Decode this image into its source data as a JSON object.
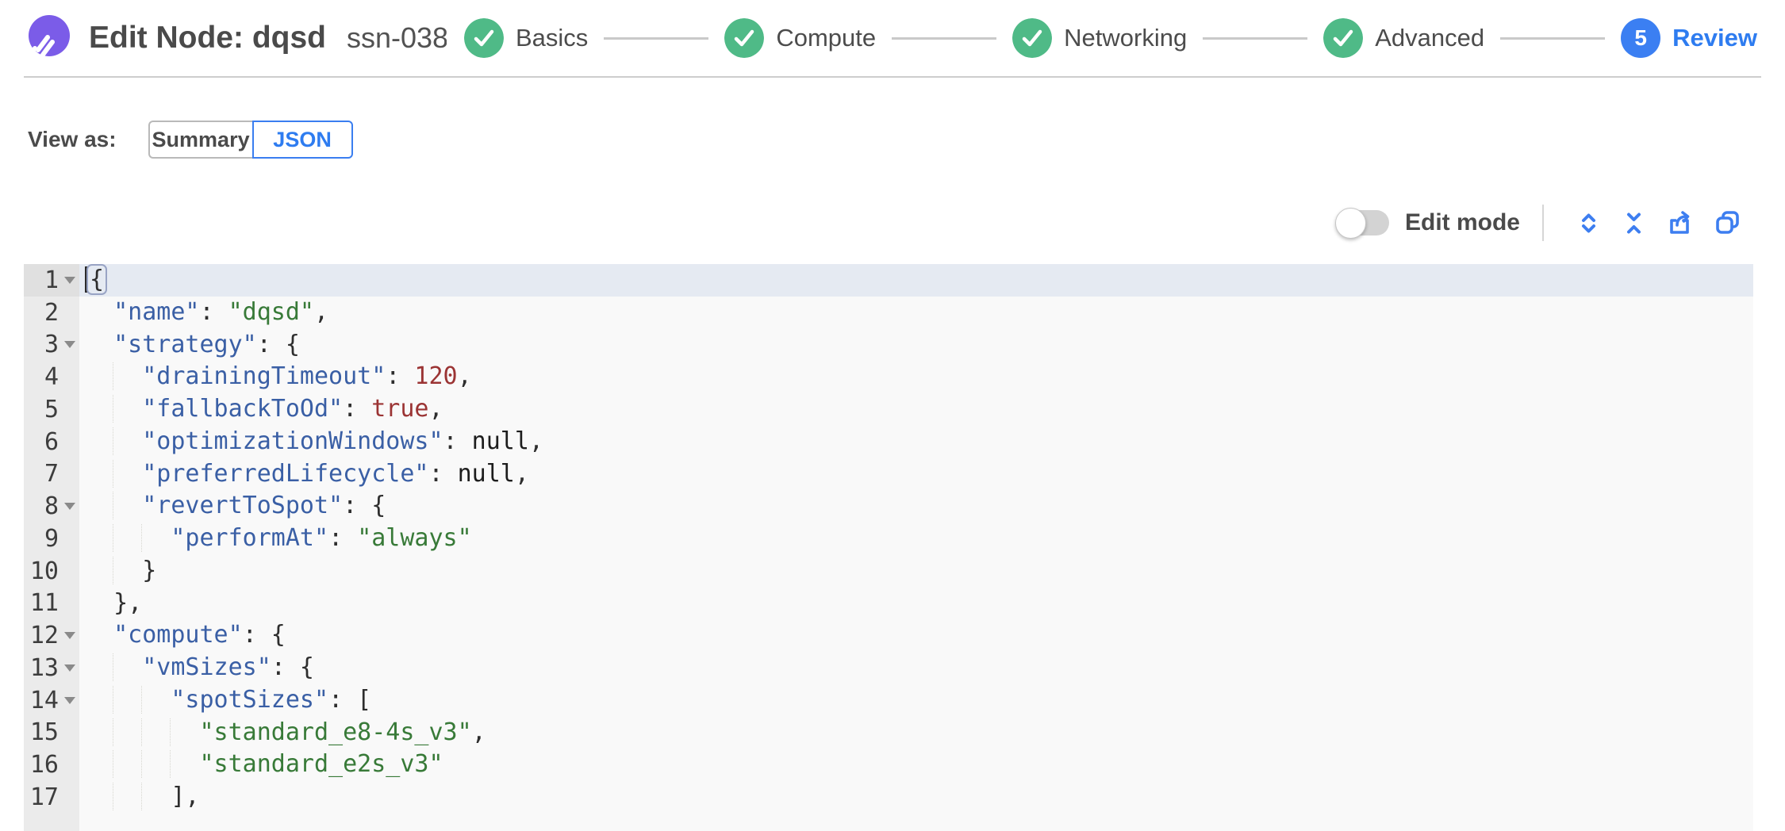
{
  "header": {
    "title": "Edit Node: dqsd",
    "node_id": "ssn-038",
    "steps": [
      {
        "label": "Basics",
        "status": "complete"
      },
      {
        "label": "Compute",
        "status": "complete"
      },
      {
        "label": "Networking",
        "status": "complete"
      },
      {
        "label": "Advanced",
        "status": "complete"
      },
      {
        "label": "Review",
        "status": "current",
        "number": "5"
      }
    ]
  },
  "view_as": {
    "label": "View as:",
    "options": [
      {
        "label": "Summary",
        "selected": false
      },
      {
        "label": "JSON",
        "selected": true
      }
    ]
  },
  "toolbar": {
    "edit_mode": {
      "label": "Edit mode",
      "enabled": false
    },
    "icons": [
      "expand-all-icon",
      "collapse-all-icon",
      "export-icon",
      "copy-icon"
    ]
  },
  "editor": {
    "language": "json",
    "cursor_line": 1,
    "fold_lines": [
      1,
      3,
      8,
      12,
      13,
      14
    ],
    "lines": [
      "{",
      "  \"name\": \"dqsd\",",
      "  \"strategy\": {",
      "    \"drainingTimeout\": 120,",
      "    \"fallbackToOd\": true,",
      "    \"optimizationWindows\": null,",
      "    \"preferredLifecycle\": null,",
      "    \"revertToSpot\": {",
      "      \"performAt\": \"always\"",
      "    }",
      "  },",
      "  \"compute\": {",
      "    \"vmSizes\": {",
      "      \"spotSizes\": [",
      "        \"standard_e8-4s_v3\",",
      "        \"standard_e2s_v3\"",
      "      ],"
    ]
  },
  "colors": {
    "accent_blue": "#2e7cf0",
    "step_green": "#4fba87",
    "logo_purple": "#7b5ce8",
    "code_key": "#3a5fa5",
    "code_string": "#387a38",
    "code_number": "#9b3434"
  }
}
